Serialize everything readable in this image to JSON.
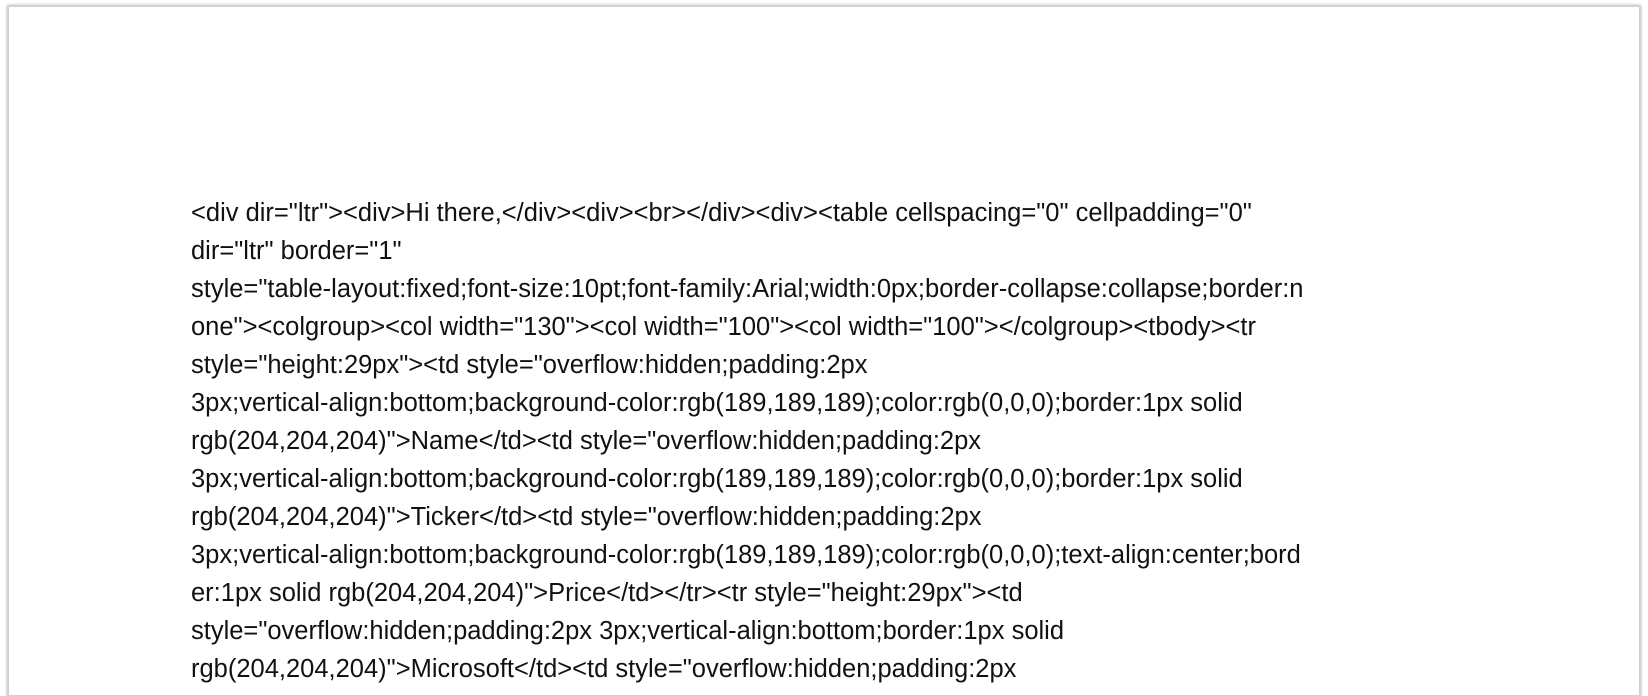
{
  "document": {
    "lines": [
      "<div dir=\"ltr\"><div>Hi there,</div><div><br></div><div><table cellspacing=\"0\" cellpadding=\"0\"",
      "dir=\"ltr\" border=\"1\"",
      "style=\"table-layout:fixed;font-size:10pt;font-family:Arial;width:0px;border-collapse:collapse;border:n",
      "one\"><colgroup><col width=\"130\"><col width=\"100\"><col width=\"100\"></colgroup><tbody><tr",
      "style=\"height:29px\"><td style=\"overflow:hidden;padding:2px",
      "3px;vertical-align:bottom;background-color:rgb(189,189,189);color:rgb(0,0,0);border:1px solid",
      "rgb(204,204,204)\">Name</td><td style=\"overflow:hidden;padding:2px",
      "3px;vertical-align:bottom;background-color:rgb(189,189,189);color:rgb(0,0,0);border:1px solid",
      "rgb(204,204,204)\">Ticker</td><td style=\"overflow:hidden;padding:2px",
      "3px;vertical-align:bottom;background-color:rgb(189,189,189);color:rgb(0,0,0);text-align:center;bord",
      "er:1px solid rgb(204,204,204)\">Price</td></tr><tr style=\"height:29px\"><td",
      "style=\"overflow:hidden;padding:2px 3px;vertical-align:bottom;border:1px solid",
      "rgb(204,204,204)\">Microsoft</td><td style=\"overflow:hidden;padding:2px"
    ]
  }
}
